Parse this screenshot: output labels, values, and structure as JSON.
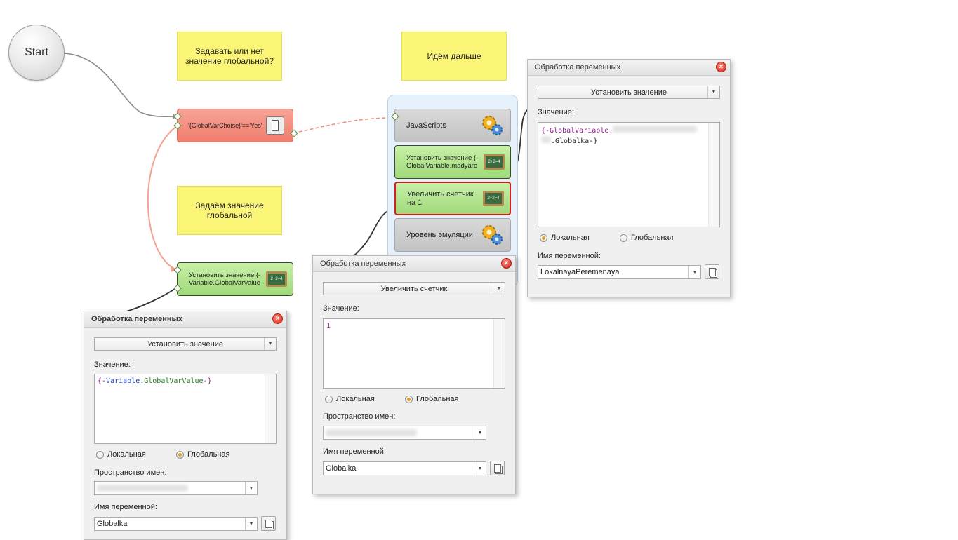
{
  "start_label": "Start",
  "notes": {
    "note1": "Задавать или нет значение глобальной?",
    "note2": "Идём дальше",
    "note3": "Задаём значение глобальной"
  },
  "blocks": {
    "condition": "'{GlobalVarChoise}'=='Yes'",
    "set_global_var": "Установить значение {-Variable.GlobalVarValue",
    "js": "JavaScripts",
    "set_madyaro": "Установить значение {-GlobalVariable.madyaro",
    "increment": "Увеличить счетчик на 1",
    "emulation": "Уровень эмуляции"
  },
  "dialog_left": {
    "title": "Обработка переменных",
    "operation": "Установить значение",
    "value_label": "Значение:",
    "value_parts": [
      "{-",
      "Variable",
      ".",
      "GlobalVarValue",
      "-}"
    ],
    "radio_local": "Локальная",
    "radio_global": "Глобальная",
    "selected_scope": "global",
    "namespace_label": "Пространство имен:",
    "varname_label": "Имя переменной:",
    "varname": "Globalka"
  },
  "dialog_mid": {
    "title": "Обработка переменных",
    "operation": "Увеличить счетчик",
    "value_label": "Значение:",
    "value": "1",
    "radio_local": "Локальная",
    "radio_global": "Глобальная",
    "selected_scope": "global",
    "namespace_label": "Пространство имен:",
    "varname_label": "Имя переменной:",
    "varname": "Globalka"
  },
  "dialog_right": {
    "title": "Обработка переменных",
    "operation": "Установить значение",
    "value_label": "Значение:",
    "value_line1_prefix": "{-GlobalVariable.",
    "value_line2_suffix": ".Globalka-}",
    "radio_local": "Локальная",
    "radio_global": "Глобальная",
    "selected_scope": "local",
    "varname_label": "Имя переменной:",
    "varname": "LokalnayaPeremenaya"
  },
  "icons": {
    "close": "close-icon",
    "dropdown": "chevron-down-icon",
    "copy": "copy-icon",
    "chalkboard": "chalkboard-icon",
    "gears": "gears-icon",
    "switch": "switch-icon"
  }
}
